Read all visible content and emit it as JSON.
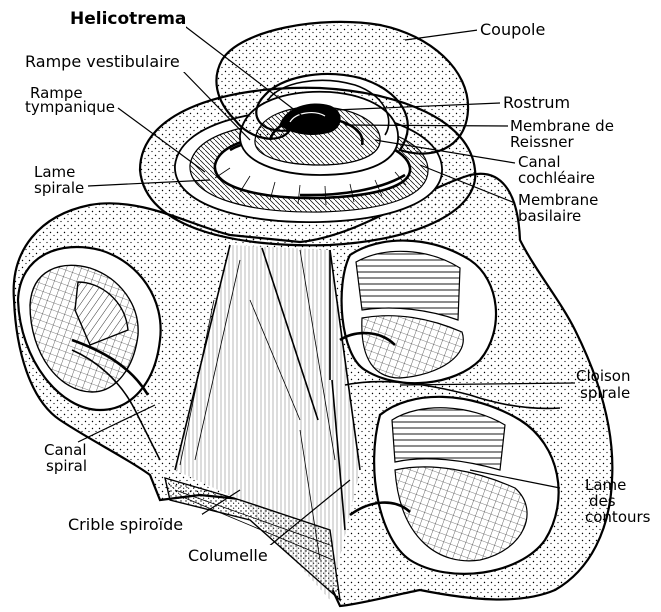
{
  "labels": {
    "helicotrema": "Helicotrema",
    "coupole": "Coupole",
    "rampe_vestibulaire": "Rampe vestibulaire",
    "rampe_tympanique_1": "Rampe",
    "rampe_tympanique_2": "tympanique",
    "rostrum": "Rostrum",
    "membrane_reissner_1": "Membrane de",
    "membrane_reissner_2": "Reissner",
    "canal_cochleaire_1": "Canal",
    "canal_cochleaire_2": "cochléaire",
    "membrane_basilaire_1": "Membrane",
    "membrane_basilaire_2": "basilaire",
    "lame_spirale_1": "Lame",
    "lame_spirale_2": "spirale",
    "cloison_spirale_1": "Cloison",
    "cloison_spirale_2": "spirale",
    "canal_spiral_1": "Canal",
    "canal_spiral_2": "spiral",
    "lame_contours_1": "Lame",
    "lame_contours_2": "des",
    "lame_contours_3": "contours",
    "crible_spiroide": "Crible spiroïde",
    "columelle": "Columelle"
  },
  "colors": {
    "ink": "#000000",
    "paper": "#ffffff"
  }
}
